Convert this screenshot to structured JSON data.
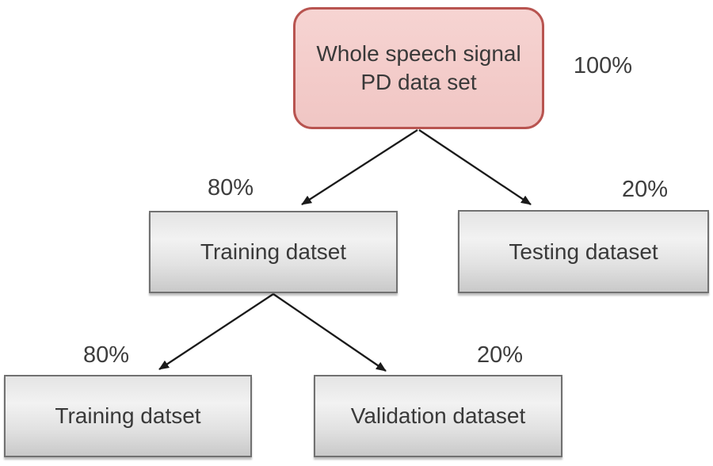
{
  "diagram": {
    "type": "flowchart",
    "background": "#ffffff",
    "colors": {
      "root_fill": "#f3cbc9",
      "root_border": "#b85450",
      "gray_box_fill": "#e8e8e8",
      "gray_box_border": "#717171",
      "arrow": "#1a1a1a",
      "text": "#3d3d3d"
    },
    "nodes": {
      "root": {
        "label": "Whole speech signal\nPD data set",
        "percent": "100%"
      },
      "training_top": {
        "label": "Training datset",
        "percent": "80%"
      },
      "testing": {
        "label": "Testing dataset",
        "percent": "20%"
      },
      "training_bottom": {
        "label": "Training datset",
        "percent": "80%"
      },
      "validation": {
        "label": "Validation dataset",
        "percent": "20%"
      }
    },
    "edges": [
      {
        "from": "root",
        "to": "training_top",
        "label": "80%"
      },
      {
        "from": "root",
        "to": "testing",
        "label": "20%"
      },
      {
        "from": "training_top",
        "to": "training_bottom",
        "label": "80%"
      },
      {
        "from": "training_top",
        "to": "validation",
        "label": "20%"
      }
    ]
  }
}
